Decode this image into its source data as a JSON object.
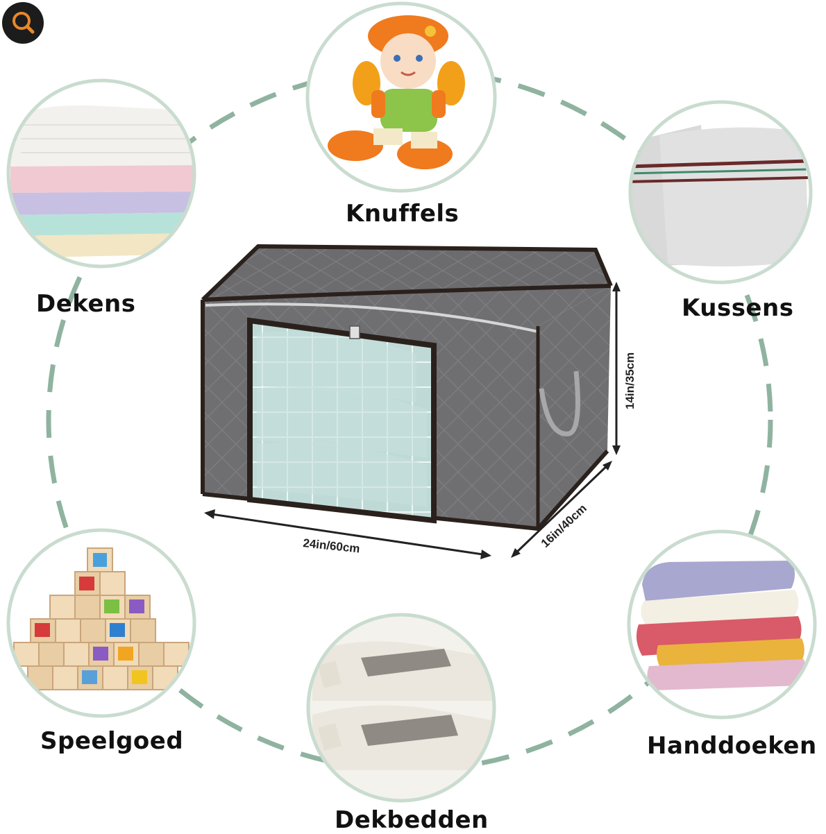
{
  "zoom_button": {
    "icon": "magnifier-icon"
  },
  "colors": {
    "ring": "#8fb3a0",
    "circle_stroke": "#c9dccf",
    "box_grey": "#6f6f72",
    "box_trim": "#2b211c",
    "zoom_icon_accent": "#e8882a"
  },
  "product": {
    "dimension_width": "24in/60cm",
    "dimension_depth": "16in/40cm",
    "dimension_height": "14in/35cm"
  },
  "categories": [
    {
      "key": "knuffels",
      "label": "Knuffels",
      "icon": "doll-photo"
    },
    {
      "key": "dekens",
      "label": "Dekens",
      "icon": "blankets-photo"
    },
    {
      "key": "kussens",
      "label": "Kussens",
      "icon": "pillows-photo"
    },
    {
      "key": "speelgoed",
      "label": "Speelgoed",
      "icon": "toy-blocks-photo"
    },
    {
      "key": "handdoeken",
      "label": "Handdoeken",
      "icon": "towels-photo"
    },
    {
      "key": "dekbedden",
      "label": "Dekbedden",
      "icon": "duvets-photo"
    }
  ]
}
